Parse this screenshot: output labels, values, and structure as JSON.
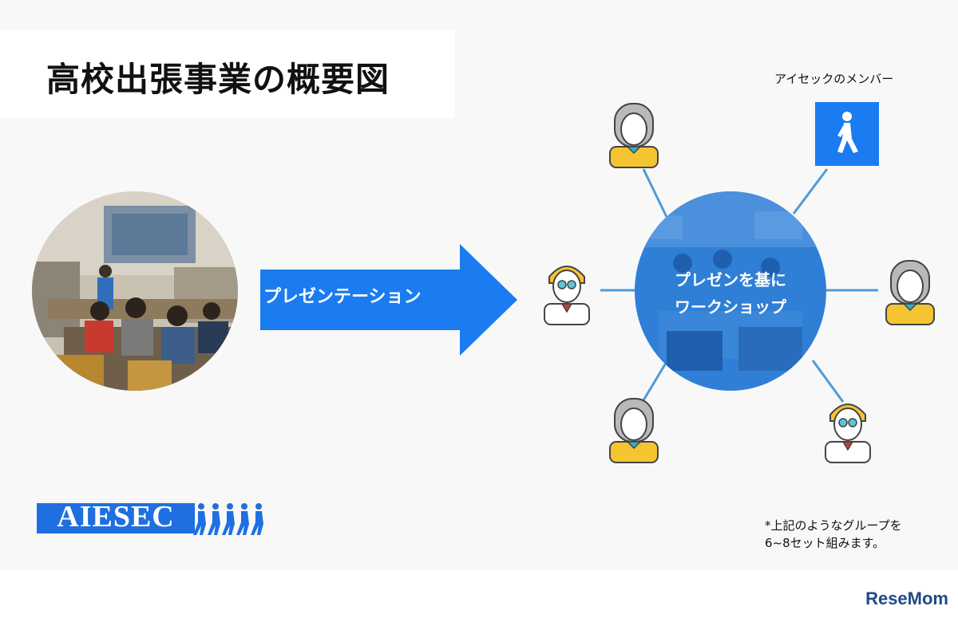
{
  "title": "高校出張事業の概要図",
  "arrow_label": "プレゼンテーション",
  "hub_lines": [
    "プレゼンを基に",
    "ワークショップ"
  ],
  "member_label": "アイセックのメンバー",
  "footnote_lines": [
    "*上記のようなグループを",
    "6~8セット組みます。"
  ],
  "logo_text": "AIESEC",
  "brand_mark": "ReseMom",
  "icons": {
    "photo": "classroom-presentation-photo",
    "member": "walking-person-icon",
    "student_female": "female-student-icon",
    "student_male": "male-student-glasses-icon"
  },
  "colors": {
    "accent_blue": "#1a7cf0",
    "student_yellow": "#f5c431",
    "logo_blue": "#1f6fe0"
  }
}
